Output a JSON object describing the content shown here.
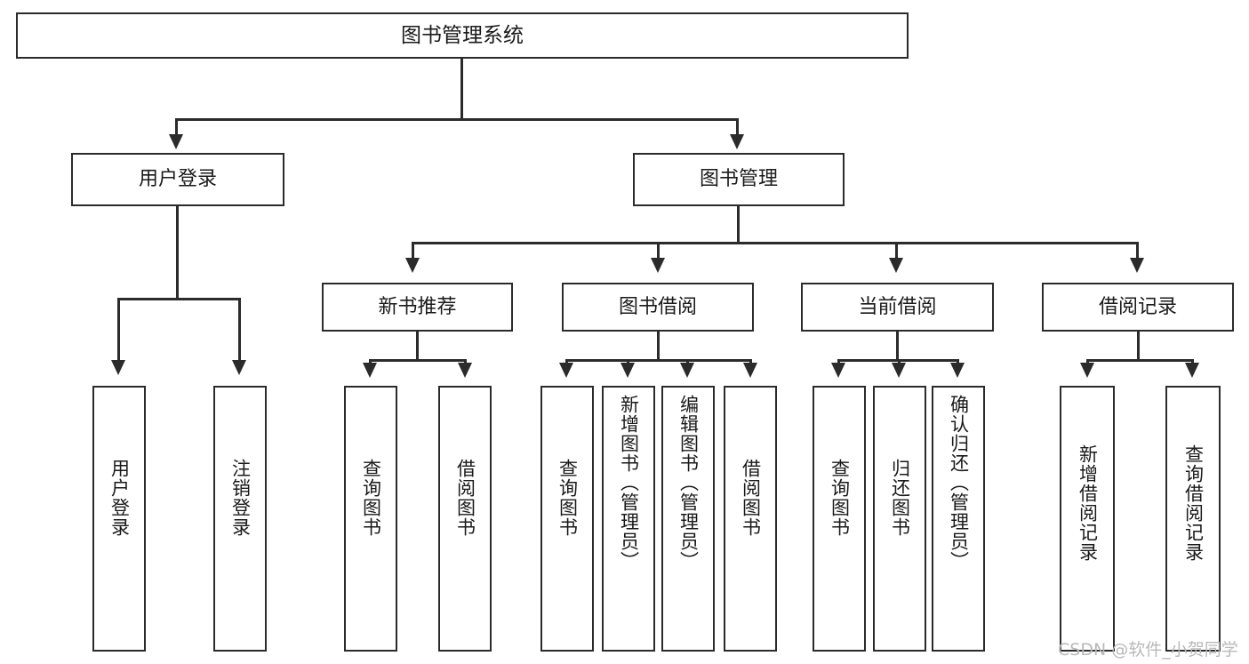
{
  "diagram": {
    "title": "图书管理系统",
    "type": "hierarchy-tree",
    "root": {
      "label": "图书管理系统"
    },
    "level2": [
      {
        "label": "用户登录"
      },
      {
        "label": "图书管理"
      }
    ],
    "level3": [
      {
        "label": "新书推荐"
      },
      {
        "label": "图书借阅"
      },
      {
        "label": "当前借阅"
      },
      {
        "label": "借阅记录"
      }
    ],
    "leaves": {
      "user_login": [
        {
          "label": "用户登录"
        },
        {
          "label": "注销登录"
        }
      ],
      "new_book_recommend": [
        {
          "label": "查询图书"
        },
        {
          "label": "借阅图书"
        }
      ],
      "book_borrow": [
        {
          "label": "查询图书"
        },
        {
          "label": "新增图书（管理员）"
        },
        {
          "label": "编辑图书（管理员）"
        },
        {
          "label": "借阅图书"
        }
      ],
      "current_borrow": [
        {
          "label": "查询图书"
        },
        {
          "label": "归还图书"
        },
        {
          "label": "确认归还（管理员）"
        }
      ],
      "borrow_record": [
        {
          "label": "新增借阅记录"
        },
        {
          "label": "查询借阅记录"
        }
      ]
    }
  },
  "watermark": {
    "text": "CSDN @软件_小贺同学"
  },
  "colors": {
    "stroke": "#2b2b2b",
    "background": "#ffffff",
    "text": "#1a1a1a",
    "watermark": "#b9b9b9"
  }
}
